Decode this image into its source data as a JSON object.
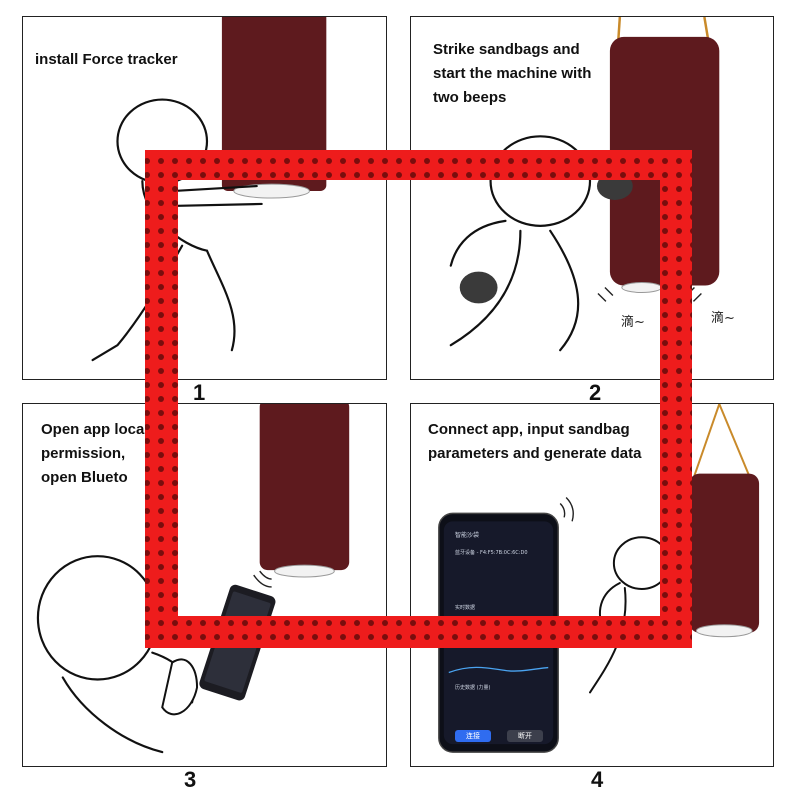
{
  "panels": [
    {
      "number": "1",
      "caption": [
        "install  Force tracker"
      ]
    },
    {
      "number": "2",
      "caption": [
        "Strike sandbags and",
        " start the machine with",
        "two beeps"
      ],
      "sfx": [
        "滴~",
        "滴~"
      ]
    },
    {
      "number": "3",
      "caption": [
        "Open app loca",
        "permission,",
        " open Blueto"
      ]
    },
    {
      "number": "4",
      "caption": [
        "Connect app, input sandbag",
        " parameters and generate data"
      ]
    }
  ],
  "phone": {
    "title": "智能沙袋",
    "device": "蓝牙设备 - F4:F5:7B:0C:6C:D0",
    "section_realtime": "实时数据",
    "section_history": "历史数据 (力量)",
    "connect_label": "连接",
    "disconnect_label": "断开"
  },
  "colors": {
    "frame_red": "#ee1c1c",
    "frame_dots": "#7a0d0d",
    "sandbag": "#5e1a1e",
    "glove": "#3a3a3a",
    "rope": "#c98a2a",
    "phone_screen": "#16192a",
    "connect_button": "#2f6cf0",
    "disconnect_button": "#3c3f4c"
  },
  "icons": [
    "sandbag-illustration",
    "punching-figure-illustration",
    "smartphone-illustration",
    "sound-wave-icon"
  ]
}
